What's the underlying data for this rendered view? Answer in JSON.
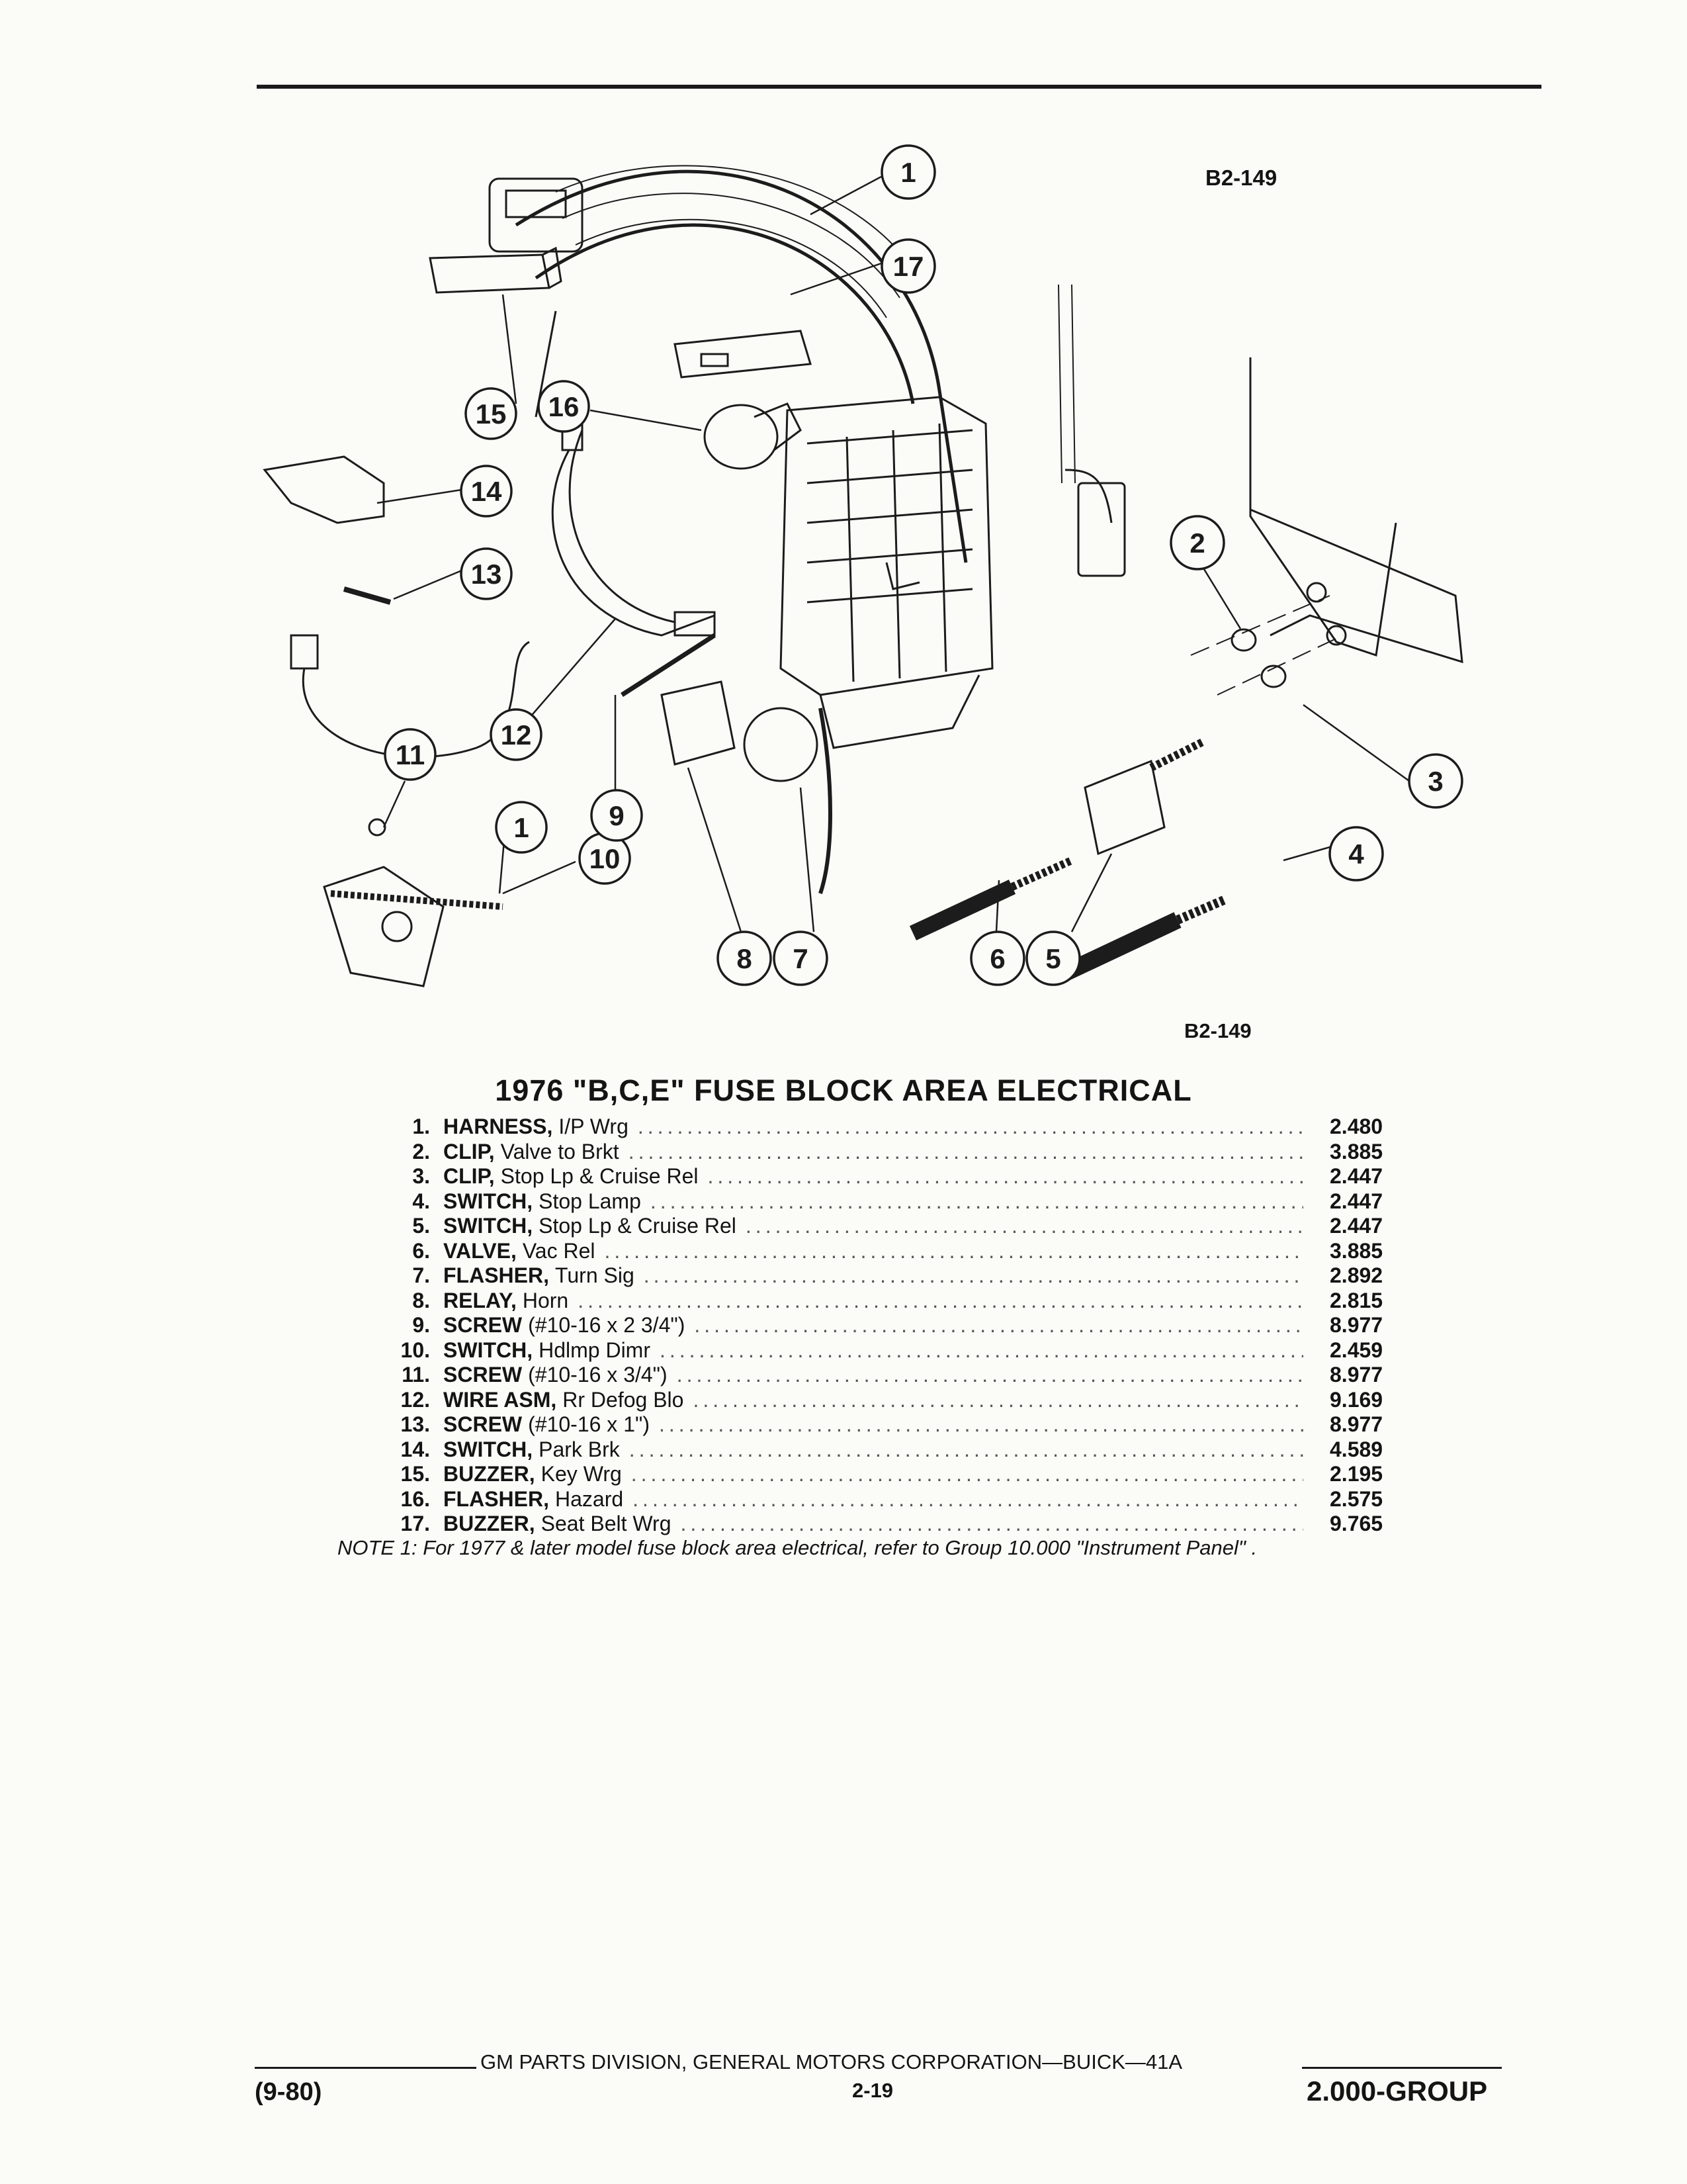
{
  "figure": {
    "ref_top": "B2-149",
    "ref_bottom": "B2-149",
    "callouts": [
      "1",
      "17",
      "15",
      "16",
      "14",
      "13",
      "12",
      "11",
      "1",
      "10",
      "9",
      "8",
      "7",
      "6",
      "5",
      "4",
      "3",
      "2"
    ]
  },
  "title": "1976 \"B,C,E\" FUSE BLOCK AREA ELECTRICAL",
  "parts": [
    {
      "num": "1.",
      "name": "HARNESS,",
      "desc": "I/P Wrg",
      "part": "2.480"
    },
    {
      "num": "2.",
      "name": "CLIP,",
      "desc": "Valve to Brkt",
      "part": "3.885"
    },
    {
      "num": "3.",
      "name": "CLIP,",
      "desc": "Stop Lp & Cruise Rel",
      "part": "2.447"
    },
    {
      "num": "4.",
      "name": "SWITCH,",
      "desc": "Stop Lamp",
      "part": "2.447"
    },
    {
      "num": "5.",
      "name": "SWITCH,",
      "desc": "Stop Lp & Cruise Rel",
      "part": "2.447"
    },
    {
      "num": "6.",
      "name": "VALVE,",
      "desc": "Vac Rel",
      "part": "3.885"
    },
    {
      "num": "7.",
      "name": "FLASHER,",
      "desc": "Turn Sig",
      "part": "2.892"
    },
    {
      "num": "8.",
      "name": "RELAY,",
      "desc": "Horn",
      "part": "2.815"
    },
    {
      "num": "9.",
      "name": "SCREW",
      "desc": "(#10-16 x 2 3/4\")",
      "part": "8.977"
    },
    {
      "num": "10.",
      "name": "SWITCH,",
      "desc": "Hdlmp Dimr",
      "part": "2.459"
    },
    {
      "num": "11.",
      "name": "SCREW",
      "desc": "(#10-16 x 3/4\")",
      "part": "8.977"
    },
    {
      "num": "12.",
      "name": "WIRE ASM,",
      "desc": "Rr Defog Blo",
      "part": "9.169"
    },
    {
      "num": "13.",
      "name": "SCREW",
      "desc": "(#10-16 x 1\")",
      "part": "8.977"
    },
    {
      "num": "14.",
      "name": "SWITCH,",
      "desc": "Park Brk",
      "part": "4.589"
    },
    {
      "num": "15.",
      "name": "BUZZER,",
      "desc": "Key Wrg",
      "part": "2.195"
    },
    {
      "num": "16.",
      "name": "FLASHER,",
      "desc": "Hazard",
      "part": "2.575"
    },
    {
      "num": "17.",
      "name": "BUZZER,",
      "desc": "Seat Belt Wrg",
      "part": "9.765"
    }
  ],
  "note": "NOTE 1: For 1977 & later model fuse block area electrical, refer to Group 10.000 \"Instrument Panel\" .",
  "footer": {
    "corporation": "GM PARTS DIVISION, GENERAL MOTORS CORPORATION—BUICK—41A",
    "date": "(9-80)",
    "page": "2-19",
    "group": "2.000-GROUP"
  }
}
